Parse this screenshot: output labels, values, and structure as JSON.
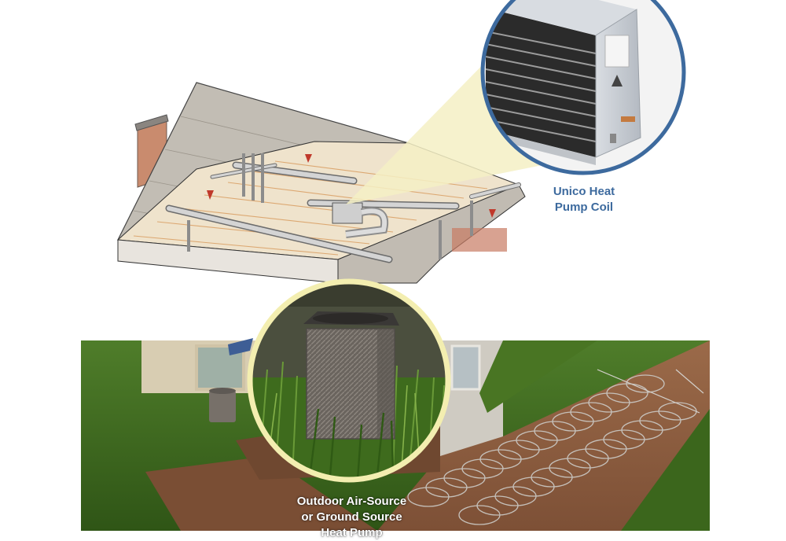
{
  "labels": {
    "coil": {
      "line1": "Unico Heat",
      "line2": "Pump Coil"
    },
    "outdoor_unit": {
      "line1": "Outdoor Air-Source",
      "line2": "or Ground Source",
      "line3": "Heat Pump"
    }
  },
  "colors": {
    "label_blue": "#3d6a9e",
    "label_white": "#ffffff",
    "callout_ring_blue": "#3d6a9e",
    "callout_ring_yellow": "#f3eeb0",
    "callout_beam": "#f5f2c8",
    "grass": "#3f6b1f",
    "soil": "#8a5a3c",
    "roof": "#b9b4ab"
  },
  "icons": [
    "heat-pump-coil-image",
    "outdoor-unit-image",
    "house-cutaway-illustration",
    "ground-loop-coils"
  ]
}
